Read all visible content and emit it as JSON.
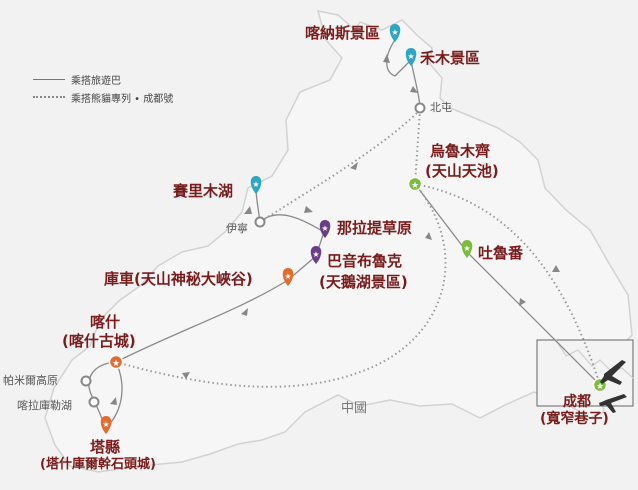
{
  "legend": {
    "bus": "乘搭旅遊巴",
    "train": "乘搭熊貓專列 • 成都號"
  },
  "country": "中國",
  "colors": {
    "kazakh_blue": "#2ba6c4",
    "purple": "#6a3d8a",
    "orange": "#e66a2c",
    "green": "#7cbc3c",
    "label_red": "#7a1c1c"
  },
  "places": {
    "kanas": "喀納斯景區",
    "hemu": "禾木景區",
    "beitun": "北屯",
    "urumqi_1": "烏魯木齊",
    "urumqi_2": "(天山天池)",
    "sayram": "賽里木湖",
    "yining": "伊寧",
    "nalati": "那拉提草原",
    "bayinbuluke_1": "巴音布魯克",
    "bayinbuluke_2": "(天鵝湖景區)",
    "kuche": "庫車(天山神秘大峽谷)",
    "turpan": "吐魯番",
    "kashgar_1": "喀什",
    "kashgar_2": "(喀什古城)",
    "pamir": "帕米爾高原",
    "karakul": "喀拉庫勒湖",
    "taxkorgan_1": "塔縣",
    "taxkorgan_2": "(塔什庫爾幹石頭城)",
    "chengdu_1": "成都",
    "chengdu_2": "(寬窄巷子)"
  }
}
